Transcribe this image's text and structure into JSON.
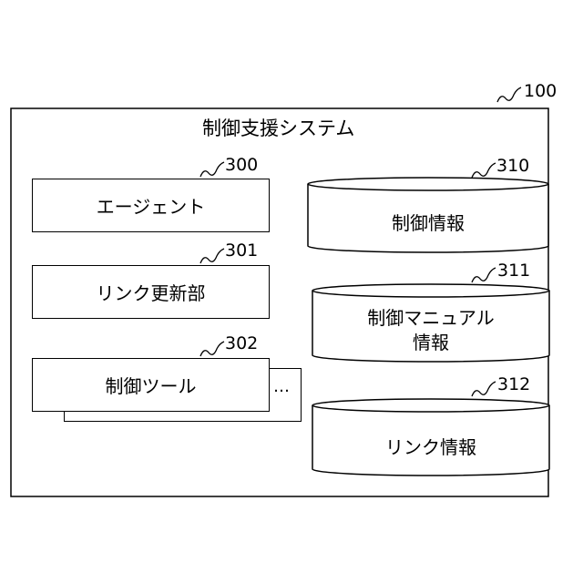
{
  "system": {
    "ref": "100",
    "title": "制御支援システム"
  },
  "components": [
    {
      "ref": "300",
      "label": "エージェント"
    },
    {
      "ref": "301",
      "label": "リンク更新部"
    },
    {
      "ref": "302",
      "label": "制御ツール",
      "ellipsis": "…"
    }
  ],
  "databases": [
    {
      "ref": "310",
      "label_lines": [
        "制御情報"
      ]
    },
    {
      "ref": "311",
      "label_lines": [
        "制御マニュアル",
        "情報"
      ]
    },
    {
      "ref": "312",
      "label_lines": [
        "リンク情報"
      ]
    }
  ]
}
